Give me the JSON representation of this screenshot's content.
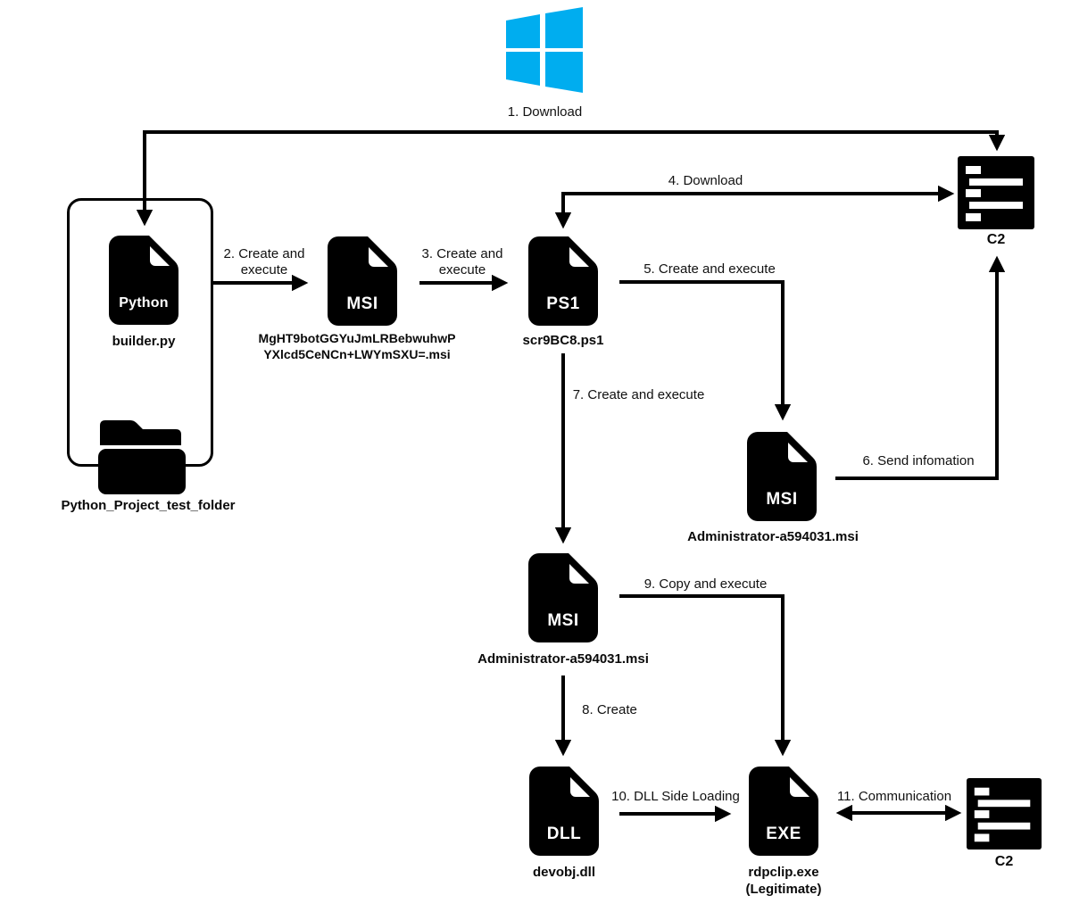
{
  "colors": {
    "windows_blue": "#00adef",
    "ink": "#000000"
  },
  "steps": {
    "s1": "1. Download",
    "s2": {
      "line1": "2. Create and",
      "line2": "execute"
    },
    "s3": {
      "line1": "3. Create and",
      "line2": "execute"
    },
    "s4": "4. Download",
    "s5": "5. Create and execute",
    "s6": "6. Send infomation",
    "s7": "7. Create and execute",
    "s8": "8. Create",
    "s9": "9. Copy and execute",
    "s10": "10. DLL Side Loading",
    "s11": "11. Communication"
  },
  "nodes": {
    "builder": {
      "icon_text": "Python",
      "label": "builder.py"
    },
    "project_folder": {
      "label": "Python_Project_test_folder"
    },
    "msi_builder": {
      "icon_text": "MSI",
      "label_line1": "MgHT9botGGYuJmLRBebwuhwP",
      "label_line2": "YXlcd5CeNCn+LWYmSXU=.msi"
    },
    "ps1": {
      "icon_text": "PS1",
      "label": "scr9BC8.ps1"
    },
    "msi_admin_upper": {
      "icon_text": "MSI",
      "label": "Administrator-a594031.msi"
    },
    "msi_admin_lower": {
      "icon_text": "MSI",
      "label": "Administrator-a594031.msi"
    },
    "dll": {
      "icon_text": "DLL",
      "label": "devobj.dll"
    },
    "exe": {
      "icon_text": "EXE",
      "label_line1": "rdpclip.exe",
      "label_line2": "(Legitimate)"
    },
    "c2_top": {
      "label": "C2"
    },
    "c2_bottom": {
      "label": "C2"
    }
  }
}
